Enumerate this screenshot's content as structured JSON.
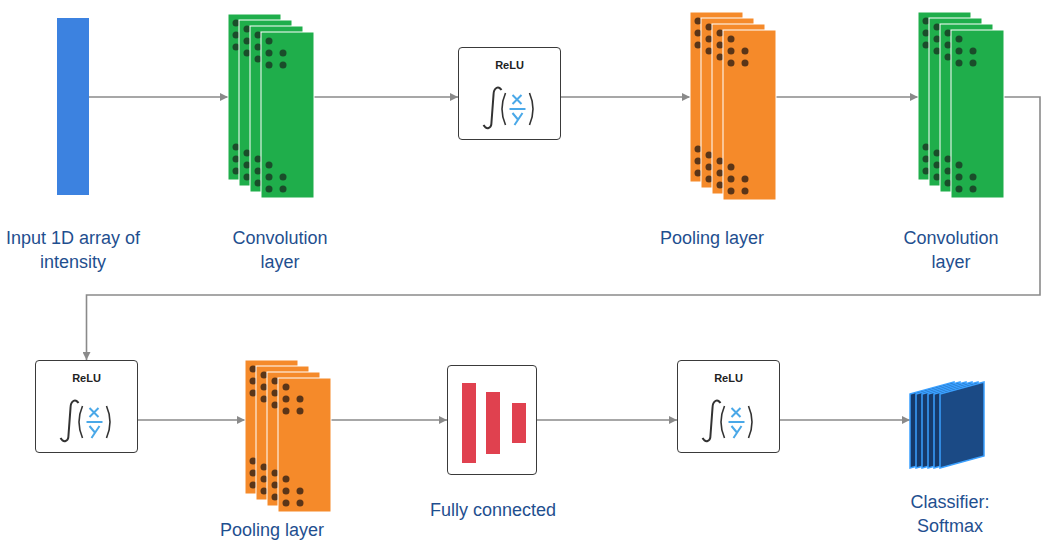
{
  "diagram": {
    "nodes": [
      {
        "text": [
          "Input 1D array of intensity"
        ]
      },
      {
        "text": [
          "Convolution layer"
        ]
      },
      {
        "text": [
          "ReLU"
        ]
      },
      {
        "text": [
          "Pooling layer"
        ]
      },
      {
        "text": [
          "Convolution layer"
        ]
      },
      {
        "text": [
          "ReLU"
        ]
      },
      {
        "text": [
          "Pooling layer"
        ]
      },
      {
        "text": [
          "Fully connected"
        ]
      },
      {
        "text": [
          "ReLU"
        ]
      },
      {
        "text": [
          "Classifier: Softmax"
        ]
      }
    ],
    "edges": [
      {
        "from": 0,
        "to": 1,
        "arrow": "to"
      },
      {
        "from": 1,
        "to": 2,
        "arrow": "to"
      },
      {
        "from": 2,
        "to": 3,
        "arrow": "to"
      },
      {
        "from": 3,
        "to": 4,
        "arrow": "to"
      },
      {
        "from": 4,
        "to": 5,
        "arrow": "to"
      },
      {
        "from": 5,
        "to": 6,
        "arrow": "to"
      },
      {
        "from": 6,
        "to": 7,
        "arrow": "to"
      },
      {
        "from": 7,
        "to": 8,
        "arrow": "to"
      },
      {
        "from": 8,
        "to": 9,
        "arrow": "to"
      }
    ]
  }
}
